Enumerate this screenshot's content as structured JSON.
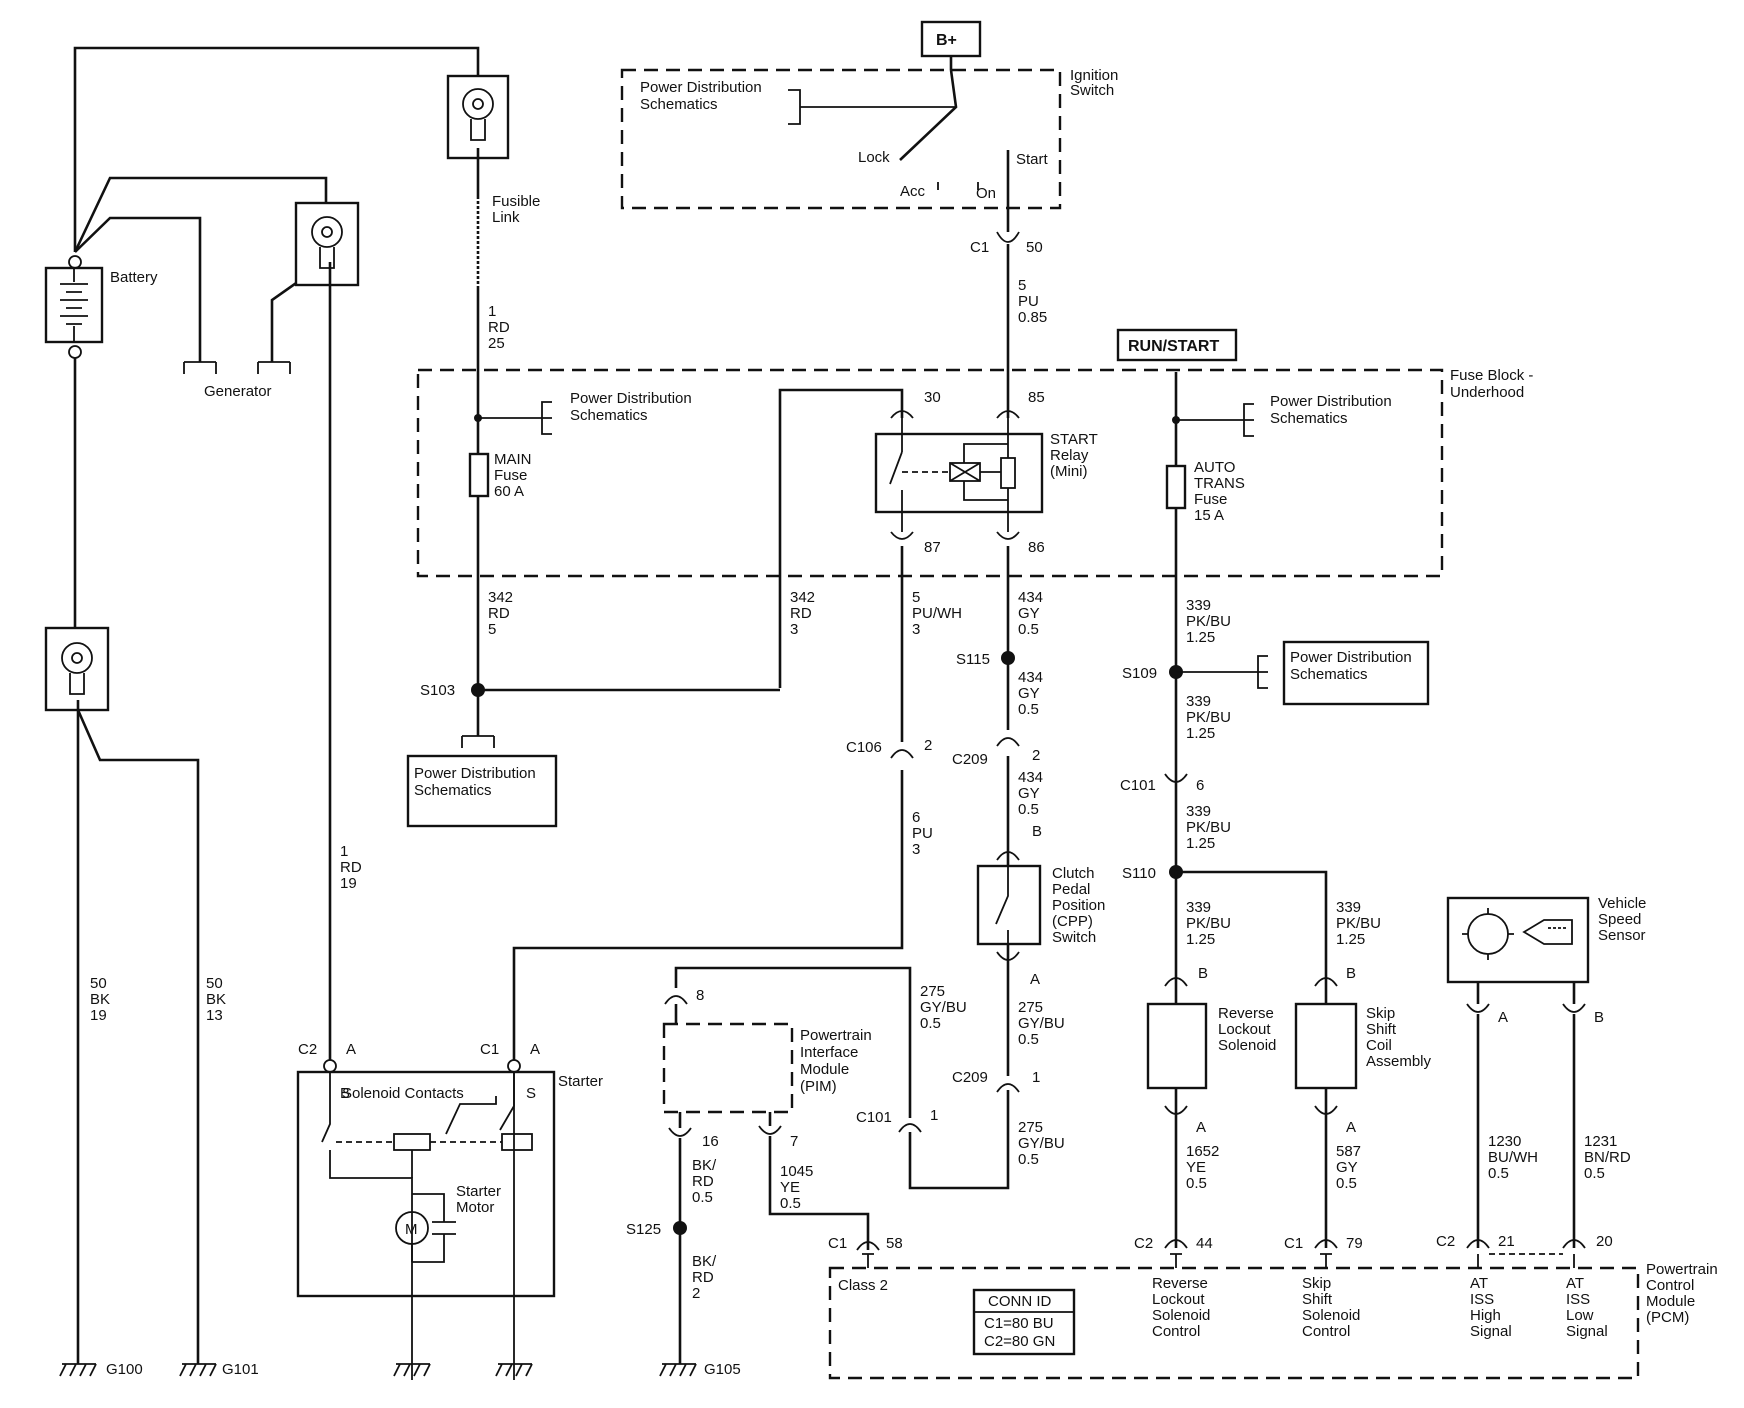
{
  "labels": {
    "bplus": "B+",
    "ign_pds": [
      "Power Distribution",
      "Schematics"
    ],
    "ign_switch": [
      "Ignition",
      "Switch"
    ],
    "lock": "Lock",
    "acc": "Acc",
    "on": "On",
    "start": "Start",
    "c1": "C1",
    "c1_pin": "50",
    "w_ign": [
      "5",
      "PU",
      "0.85"
    ],
    "battery": "Battery",
    "generator": "Generator",
    "fusible": [
      "Fusible",
      "Link"
    ],
    "w_fl": [
      "1",
      "RD",
      "25"
    ],
    "runstart": "RUN/START",
    "fuseblock": [
      "Fuse Block -",
      "Underhood"
    ],
    "fb_pds1": [
      "Power Distribution",
      "Schematics"
    ],
    "fb_pds2": [
      "Power Distribution",
      "Schematics"
    ],
    "main_fuse": [
      "MAIN",
      "Fuse",
      "60 A"
    ],
    "auto_fuse": [
      "AUTO",
      "TRANS",
      "Fuse",
      "15 A"
    ],
    "relay": [
      "START",
      "Relay",
      "(Mini)"
    ],
    "p30": "30",
    "p85": "85",
    "p87": "87",
    "p86": "86",
    "w342a": [
      "342",
      "RD",
      "5"
    ],
    "w342b": [
      "342",
      "RD",
      "3"
    ],
    "w5puwh": [
      "5",
      "PU/WH",
      "3"
    ],
    "w434a": [
      "434",
      "GY",
      "0.5"
    ],
    "w434b": [
      "434",
      "GY",
      "0.5"
    ],
    "w434c": [
      "434",
      "GY",
      "0.5"
    ],
    "w339a": [
      "339",
      "PK/BU",
      "1.25"
    ],
    "w339b": [
      "339",
      "PK/BU",
      "1.25"
    ],
    "w339c": [
      "339",
      "PK/BU",
      "1.25"
    ],
    "w339d": [
      "339",
      "PK/BU",
      "1.25"
    ],
    "w339e": [
      "339",
      "PK/BU",
      "1.25"
    ],
    "s103": "S103",
    "s115": "S115",
    "s109": "S109",
    "s110": "S110",
    "s125": "S125",
    "pds_box1": [
      "Power Distribution",
      "Schematics"
    ],
    "pds_box2": [
      "Power Distribution",
      "Schematics"
    ],
    "c106": "C106",
    "c106_pin": "2",
    "c209a": "C209",
    "c209a_pin": "2",
    "c101a": "C101",
    "c101a_pin": "6",
    "w6pu": [
      "6",
      "PU",
      "3"
    ],
    "cpp": [
      "Clutch",
      "Pedal",
      "Position",
      "(CPP)",
      "Switch"
    ],
    "pin_b1": "B",
    "pin_a1": "A",
    "w275a": [
      "275",
      "GY/BU",
      "0.5"
    ],
    "w275b": [
      "275",
      "GY/BU",
      "0.5"
    ],
    "w275c": [
      "275",
      "GY/BU",
      "0.5"
    ],
    "c209b": "C209",
    "c209b_pin": "1",
    "c101b": "C101",
    "c101b_pin": "1",
    "pim": [
      "Powertrain",
      "Interface",
      "Module",
      "(PIM)"
    ],
    "pim_p8": "8",
    "pim_p16": "16",
    "pim_p7": "7",
    "w_bkrd": [
      "BK/",
      "RD",
      "0.5"
    ],
    "w_bkrd2": [
      "BK/",
      "RD",
      "2"
    ],
    "w1045": [
      "1045",
      "YE",
      "0.5"
    ],
    "w_rd19": [
      "1",
      "RD",
      "19"
    ],
    "w_bk19": [
      "50",
      "BK",
      "19"
    ],
    "w_bk13": [
      "50",
      "BK",
      "13"
    ],
    "c2_starter": "C2",
    "c2_pin": "A",
    "c1_starter": "C1",
    "c1s_pin": "A",
    "starter": "Starter",
    "sol_contacts": "Solenoid Contacts",
    "pin_bs": "B",
    "pin_ss": "S",
    "starter_motor": [
      "Starter",
      "Motor"
    ],
    "motor_m": "M",
    "g100": "G100",
    "g101": "G101",
    "g105": "G105",
    "rev_sol": [
      "Reverse",
      "Lockout",
      "Solenoid"
    ],
    "skip_coil": [
      "Skip",
      "Shift",
      "Coil",
      "Assembly"
    ],
    "rv_b": "B",
    "rv_a": "A",
    "sk_b": "B",
    "sk_a": "A",
    "w1652": [
      "1652",
      "YE",
      "0.5"
    ],
    "w587": [
      "587",
      "GY",
      "0.5"
    ],
    "vss": [
      "Vehicle",
      "Speed",
      "Sensor"
    ],
    "vss_a": "A",
    "vss_b": "B",
    "w1230": [
      "1230",
      "BU/WH",
      "0.5"
    ],
    "w1231": [
      "1231",
      "BN/RD",
      "0.5"
    ],
    "pcm_c1": "C1",
    "pcm_c1_pin": "58",
    "pcm_c2a": "C2",
    "pcm_c2a_pin": "44",
    "pcm_c1b": "C1",
    "pcm_c1b_pin": "79",
    "pcm_c2b": "C2",
    "pcm_c2b_pin": "21",
    "pcm_p20": "20",
    "pcm": [
      "Powertrain",
      "Control",
      "Module",
      "(PCM)"
    ],
    "class2": "Class 2",
    "conn_id": "CONN ID",
    "conn_c1": "C1=80 BU",
    "conn_c2": "C2=80 GN",
    "pcm_rev": [
      "Reverse",
      "Lockout",
      "Solenoid",
      "Control"
    ],
    "pcm_skip": [
      "Skip",
      "Shift",
      "Solenoid",
      "Control"
    ],
    "pcm_high": [
      "AT",
      "ISS",
      "High",
      "Signal"
    ],
    "pcm_low": [
      "AT",
      "ISS",
      "Low",
      "Signal"
    ]
  }
}
